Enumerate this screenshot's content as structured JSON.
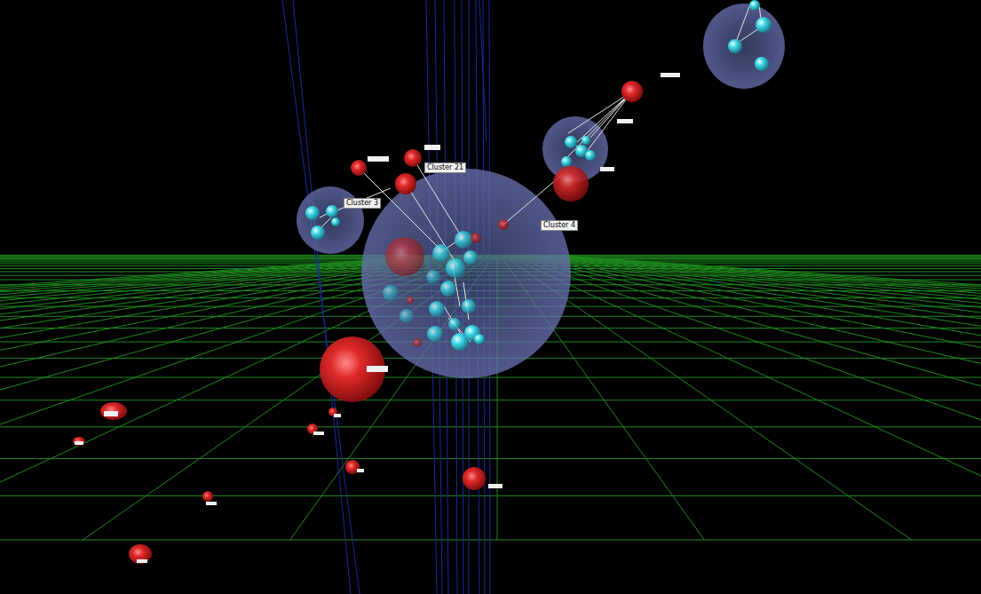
{
  "diagram": {
    "labels": [
      "Cluster 21",
      "Cluster 4",
      "Cluster 3"
    ]
  }
}
